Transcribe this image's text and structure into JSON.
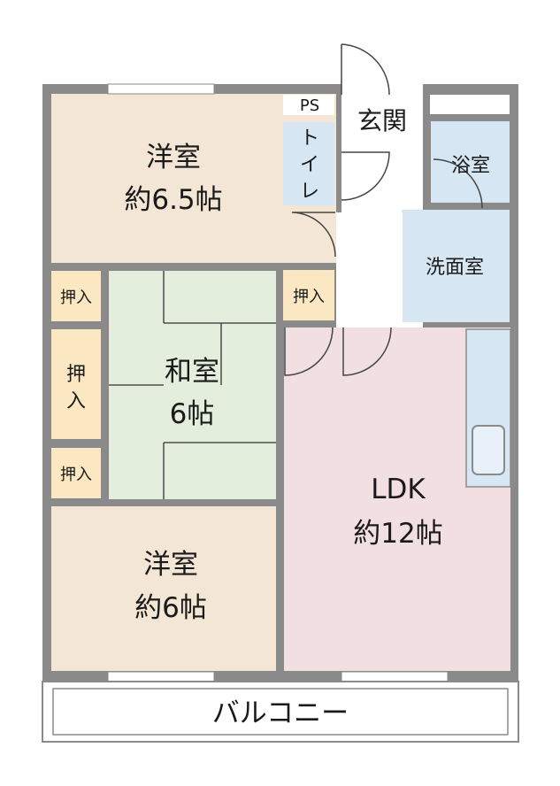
{
  "rooms": {
    "western1": {
      "name": "洋室",
      "size": "約6.5帖"
    },
    "japanese": {
      "name": "和室",
      "size": "6帖"
    },
    "western2": {
      "name": "洋室",
      "size": "約6帖"
    },
    "ldk": {
      "name": "LDK",
      "size": "約12帖"
    },
    "entrance": {
      "name": "玄関"
    },
    "ps": {
      "name": "PS"
    },
    "toilet": {
      "lines": [
        "ト",
        "イ",
        "レ"
      ]
    },
    "bath": {
      "name": "浴室"
    },
    "washroom": {
      "name": "洗面室"
    },
    "closet_a": {
      "name": "押入"
    },
    "closet_b": {
      "lines": [
        "押",
        "入"
      ]
    },
    "closet_c": {
      "name": "押入"
    },
    "closet_d": {
      "name": "押入"
    },
    "balcony": {
      "name": "バルコニー"
    }
  },
  "colors": {
    "wall": "#8a8a8a",
    "western": "#f3e6d5",
    "japanese": "#e3eedd",
    "ldk": "#f1dfe1",
    "wet_area": "#d6e6f3",
    "closet": "#fbe8c2",
    "balcony": "#ffffff"
  }
}
